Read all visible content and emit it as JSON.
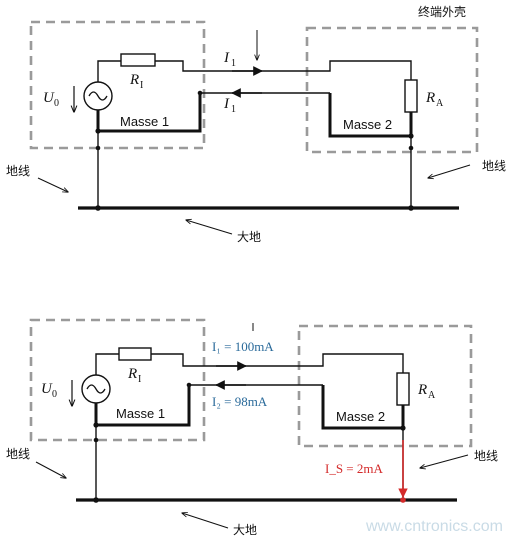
{
  "top": {
    "enclosure_label": "终端外壳",
    "u0": "U",
    "u0_sub": "0",
    "r1": "R",
    "r1_sub": "I",
    "ra": "R",
    "ra_sub": "A",
    "i1_top": "I",
    "i1_top_sub": "1",
    "i1_bottom": "I",
    "i1_bottom_sub": "1",
    "masse1": "Masse 1",
    "masse2": "Masse 2",
    "ground_wire_left": "地线",
    "ground_wire_right": "地线",
    "earth": "大地"
  },
  "bottom": {
    "u0": "U",
    "u0_sub": "0",
    "r1": "R",
    "r1_sub": "I",
    "ra": "R",
    "ra_sub": "A",
    "i1_eq": "I₁ = 100mA",
    "i2_eq": "I₂ = 98mA",
    "is_eq": "I_S = 2mA",
    "masse1": "Masse 1",
    "masse2": "Masse 2",
    "ground_wire_left": "地线",
    "ground_wire_right": "地线",
    "earth": "大地"
  },
  "watermark": "www.cntronics.com",
  "colors": {
    "dash": "#9a9a9a",
    "wire": "#111111",
    "current_blue": "#2a6a9a",
    "current_red": "#d42a2a"
  }
}
